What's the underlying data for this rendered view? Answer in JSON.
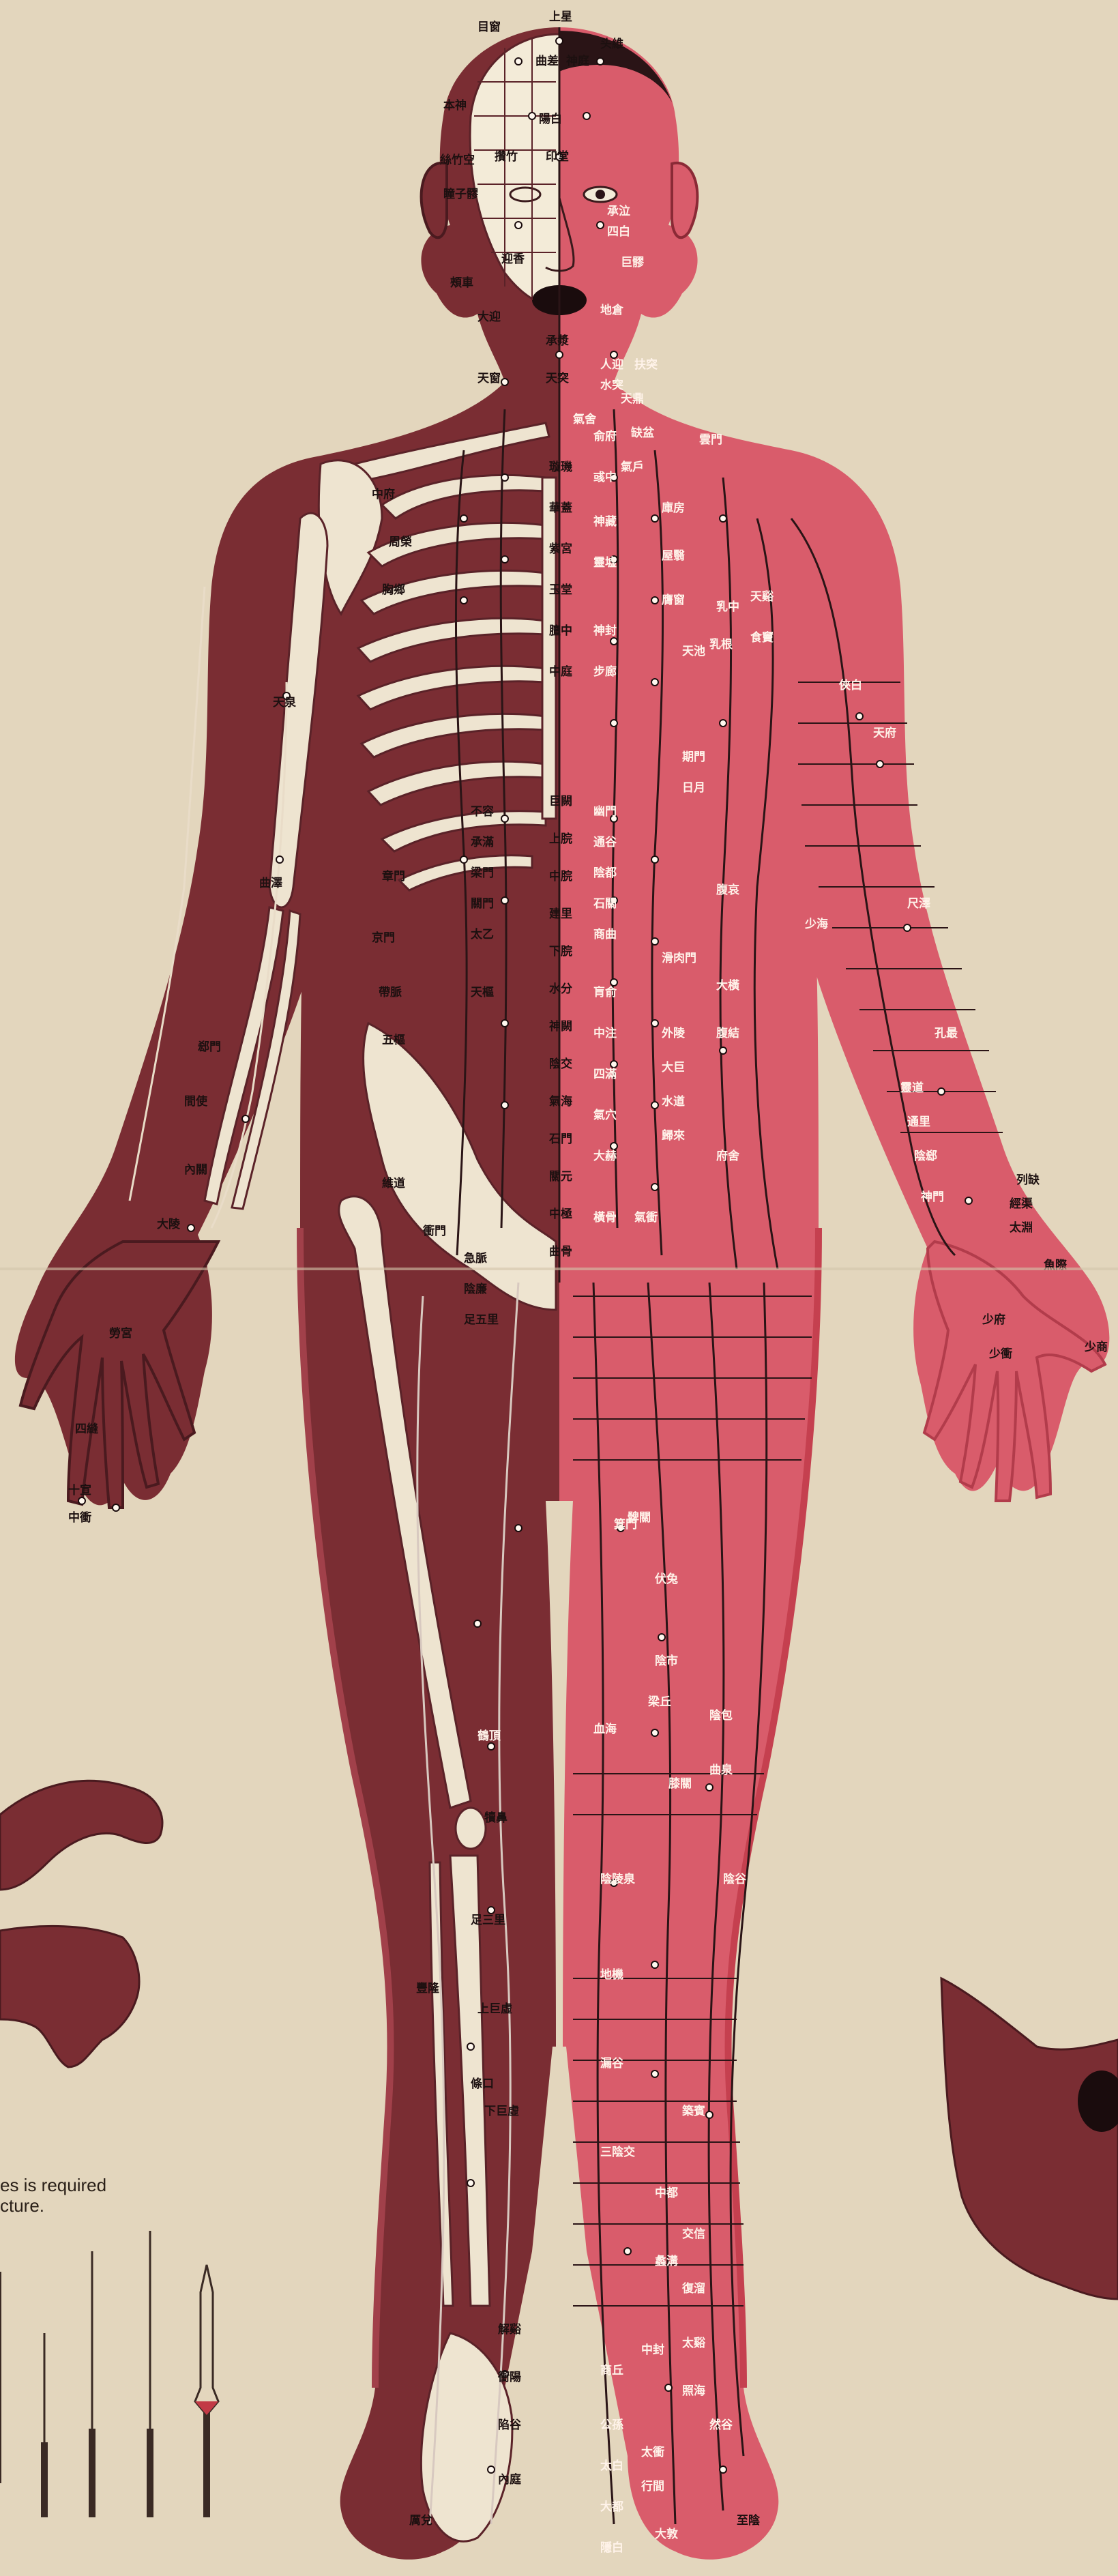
{
  "note": {
    "line1": "es is required",
    "line2": "cture."
  },
  "colors": {
    "paper": "#e3d6bd",
    "right_half": "#d95c6b",
    "left_half": "#7a2d33",
    "bone": "#eee4d0",
    "needle": "#3a2a24"
  },
  "points": {
    "head": [
      "目窗",
      "上星",
      "曲差",
      "神庭",
      "头維",
      "本神",
      "陽白",
      "印堂",
      "攢竹",
      "絲竹空",
      "瞳子髎",
      "承泣",
      "四白",
      "巨髎",
      "地倉",
      "迎香",
      "大迎",
      "頰車",
      "承漿"
    ],
    "neck": [
      "人迎",
      "水突",
      "扶突",
      "天鼎",
      "天窗",
      "天突",
      "缺盆",
      "氣舍"
    ],
    "chest": [
      "雲門",
      "中府",
      "氣戶",
      "庫房",
      "屋翳",
      "膺窗",
      "乳中",
      "乳根",
      "璇璣",
      "華蓋",
      "紫宮",
      "玉堂",
      "膻中",
      "中庭",
      "俞府",
      "彧中",
      "神藏",
      "靈墟",
      "神封",
      "步廊",
      "周榮",
      "胸鄉",
      "天谿",
      "食竇",
      "天池",
      "期門",
      "日月"
    ],
    "abdomen": [
      "不容",
      "承滿",
      "梁門",
      "關門",
      "太乙",
      "滑肉門",
      "天樞",
      "外陵",
      "大巨",
      "水道",
      "歸來",
      "氣衝",
      "幽門",
      "通谷",
      "陰都",
      "石關",
      "商曲",
      "肓俞",
      "中注",
      "四滿",
      "氣穴",
      "大赫",
      "橫骨",
      "巨闕",
      "上脘",
      "中脘",
      "建里",
      "下脘",
      "水分",
      "神闕",
      "陰交",
      "氣海",
      "石門",
      "關元",
      "中極",
      "曲骨",
      "腹哀",
      "大橫",
      "腹結",
      "府舍",
      "衝門",
      "章門",
      "京門",
      "帶脈",
      "五樞",
      "維道",
      "急脈",
      "陰廉",
      "足五里"
    ],
    "arm": [
      "天泉",
      "曲澤",
      "郄門",
      "間使",
      "內關",
      "大陵",
      "勞宮",
      "中衝",
      "俠白",
      "天府",
      "尺澤",
      "孔最",
      "列缺",
      "經渠",
      "太淵",
      "魚際",
      "少商",
      "少海",
      "靈道",
      "通里",
      "陰郄",
      "神門",
      "少府",
      "少衝",
      "十宣",
      "四縫"
    ],
    "leg": [
      "髀關",
      "伏兔",
      "陰市",
      "梁丘",
      "鶴頂",
      "犢鼻",
      "足三里",
      "上巨虛",
      "條口",
      "下巨虛",
      "豐隆",
      "解谿",
      "衝陽",
      "陷谷",
      "內庭",
      "厲兌",
      "箕門",
      "血海",
      "陰陵泉",
      "地機",
      "漏谷",
      "三陰交",
      "商丘",
      "公孫",
      "太白",
      "大都",
      "隱白",
      "膝關",
      "曲泉",
      "陰包",
      "中都",
      "蠡溝",
      "中封",
      "太衝",
      "行間",
      "大敦",
      "陰谷",
      "築賓",
      "交信",
      "復溜",
      "太谿",
      "照海",
      "然谷",
      "至陰"
    ]
  }
}
